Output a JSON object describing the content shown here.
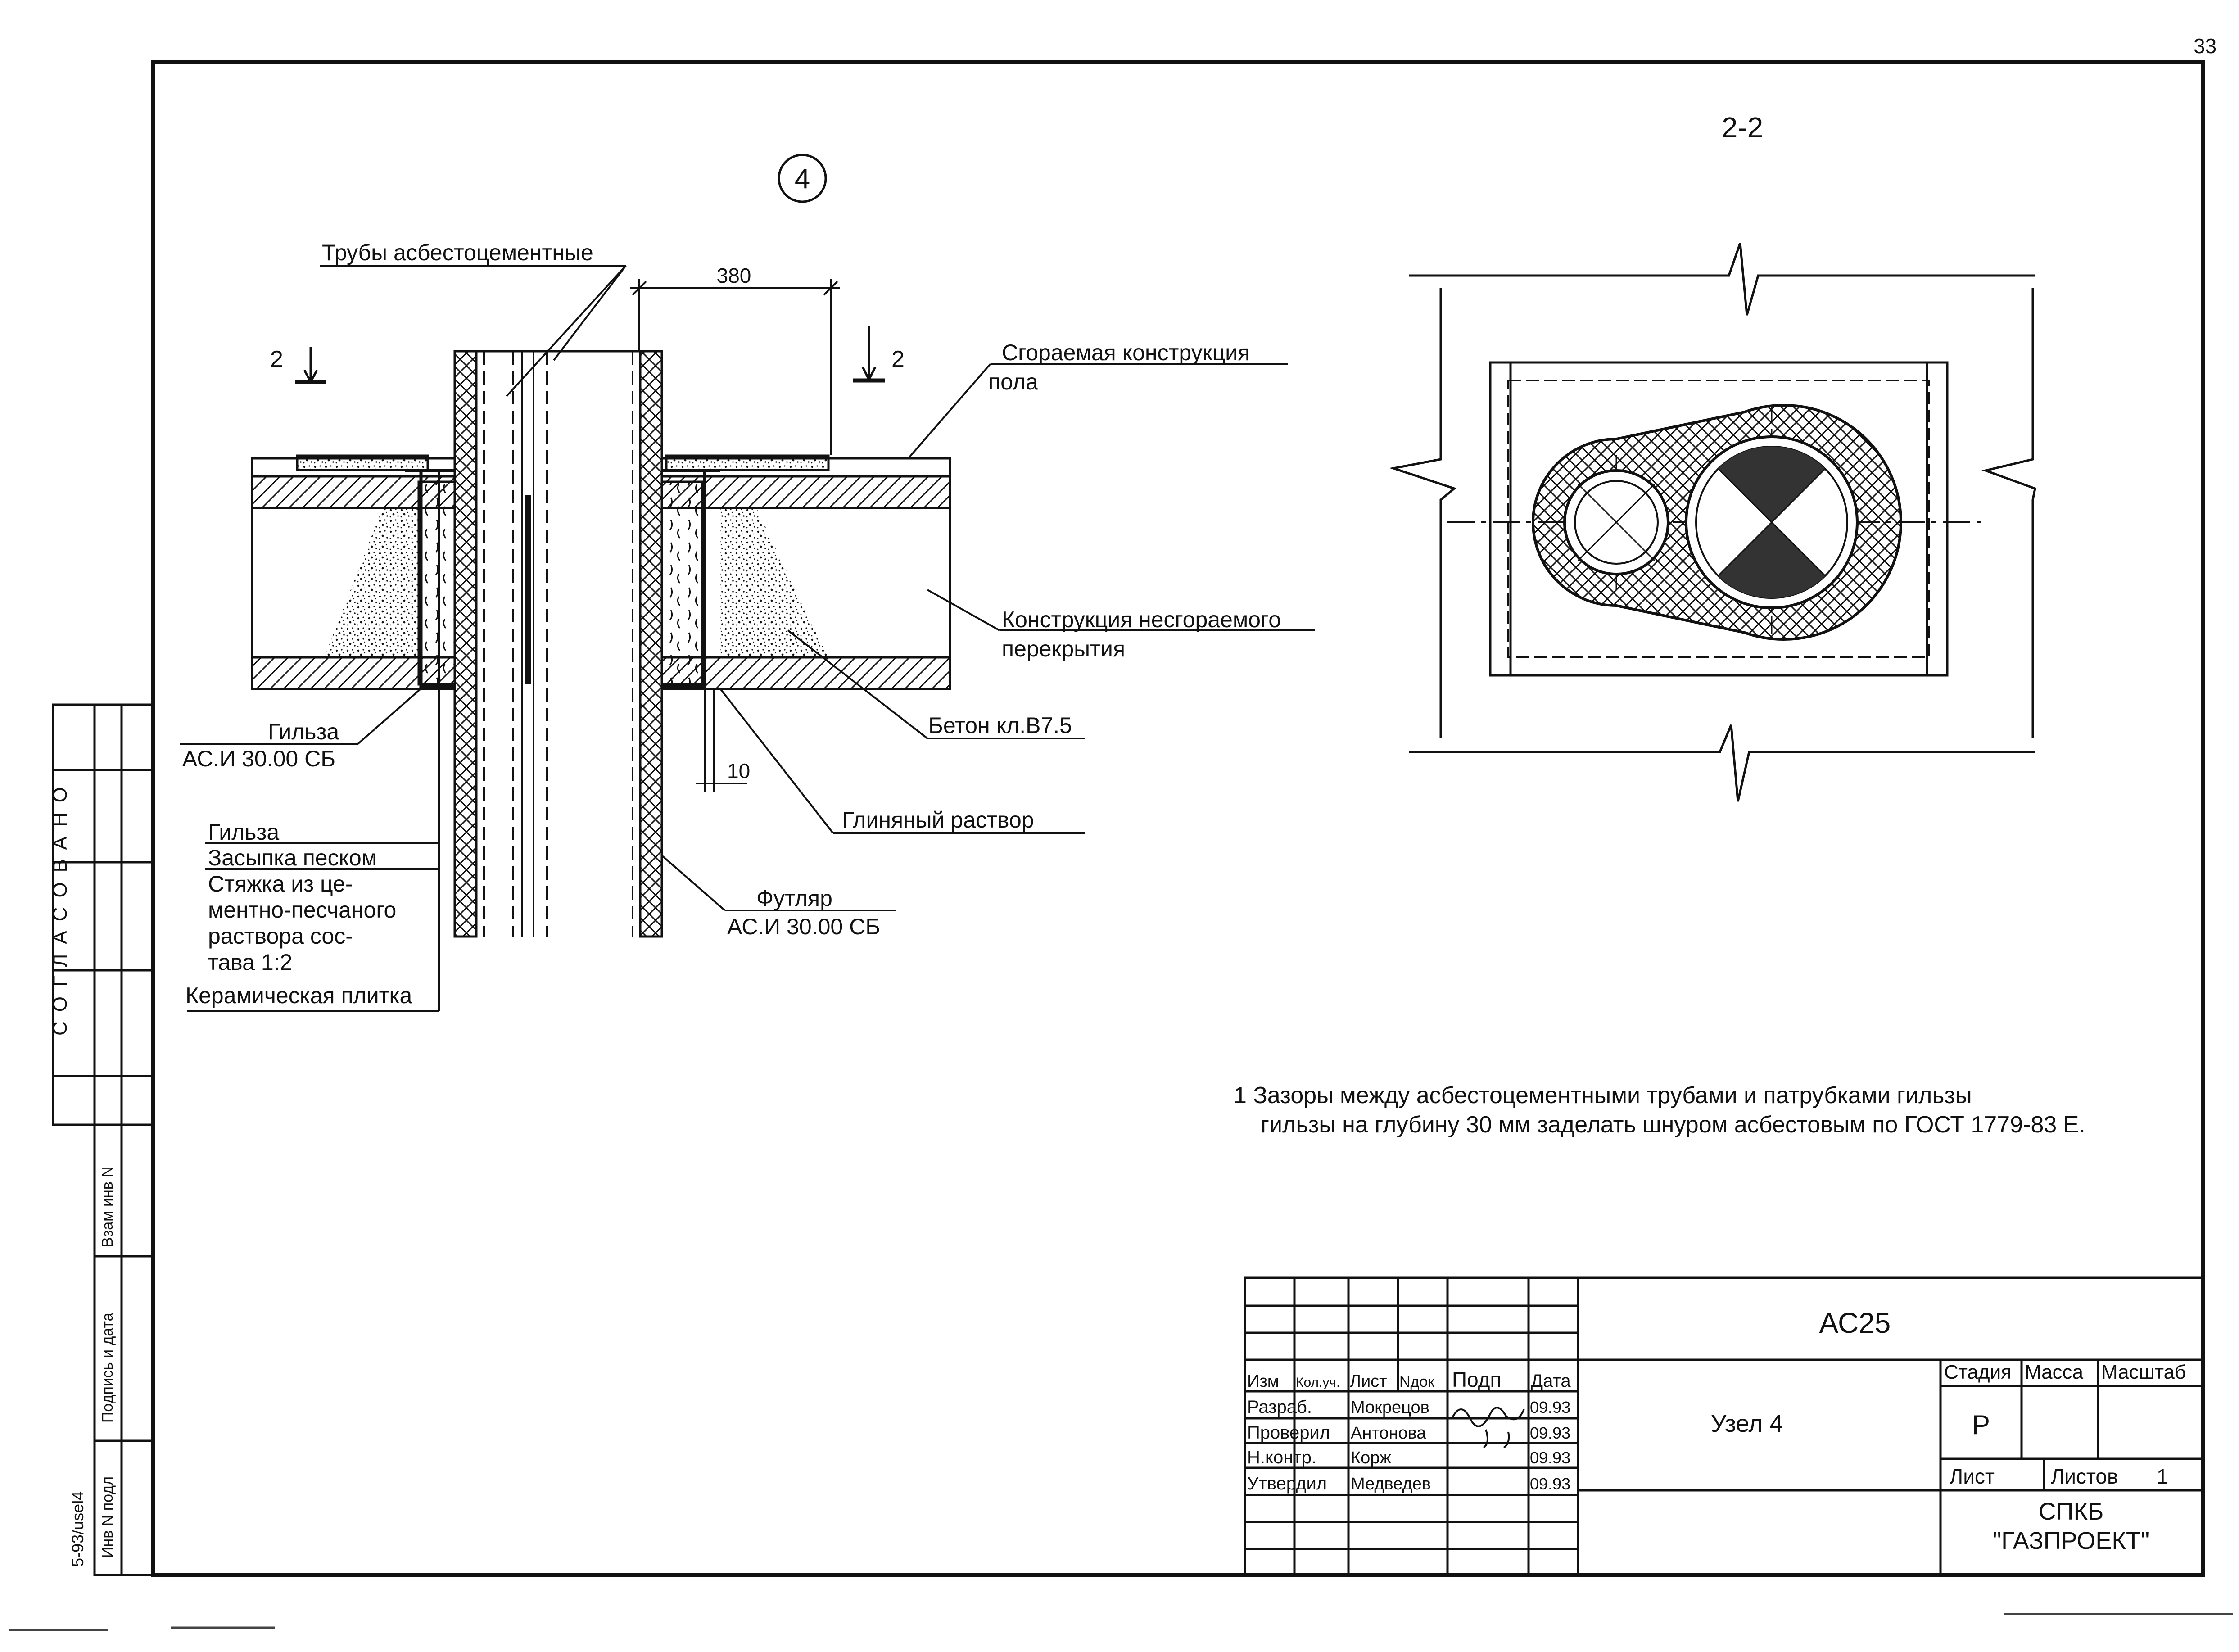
{
  "page_number": "33",
  "node_number": "4",
  "section_label": "2-2",
  "section_mark": "2",
  "dimensions": {
    "width": "380",
    "gap": "10"
  },
  "callouts": {
    "asbestos_pipes": "Трубы асбестоцементные",
    "combustible_floor_1": "Сгораемая конструкция",
    "combustible_floor_2": "пола",
    "noncomb_1": "Конструкция несгораемого",
    "noncomb_2": "перекрытия",
    "concrete": "Бетон кл.В7.5",
    "clay_mortar": "Глиняный раствор",
    "case_1": "Футляр",
    "case_2": "АС.И 30.00 СБ",
    "sleeve_1": "Гильза",
    "sleeve_2": "АС.И 30.00 СБ"
  },
  "layer_legend": [
    "Гильза",
    "Засыпка песком",
    "Стяжка из це-",
    "ментно-песчаного",
    "раствора сос-",
    "тава 1:2",
    "Керамическая плитка"
  ],
  "note": {
    "line1": "1 Зазоры между асбестоцементными трубами и патрубками гильзы",
    "line2": "гильзы на глубину 30 мм заделать шнуром асбестовым по ГОСТ 1779-83 Е."
  },
  "approval_strip": {
    "agreed": "СОГЛАСОВАНО",
    "inv_replace": "Взам инв N",
    "sign_date": "Подпись и дата",
    "inv_orig": "Инв N подл",
    "file_code": "5-93/usel4"
  },
  "title_block": {
    "code": "АС25",
    "title": "Узел 4",
    "org_1": "СПКБ",
    "org_2": "\"ГАЗПРОЕКТ\"",
    "stage_header": "Стадия",
    "mass_header": "Масса",
    "scale_header": "Масштаб",
    "stage": "Р",
    "sheet_label": "Лист",
    "sheets_label": "Листов",
    "sheets_count": "1",
    "col_headers": [
      "Изм",
      "Кол.уч.",
      "Лист",
      "Nдок",
      "Подп",
      "Дата"
    ],
    "rows": [
      {
        "role": "Разраб.",
        "name": "Мокрецов",
        "date": "09.93"
      },
      {
        "role": "Проверил",
        "name": "Антонова",
        "date": "09.93"
      },
      {
        "role": "Н.контр.",
        "name": "Корж",
        "date": "09.93"
      },
      {
        "role": "Утвердил",
        "name": "Медведев",
        "date": "09.93"
      }
    ]
  }
}
